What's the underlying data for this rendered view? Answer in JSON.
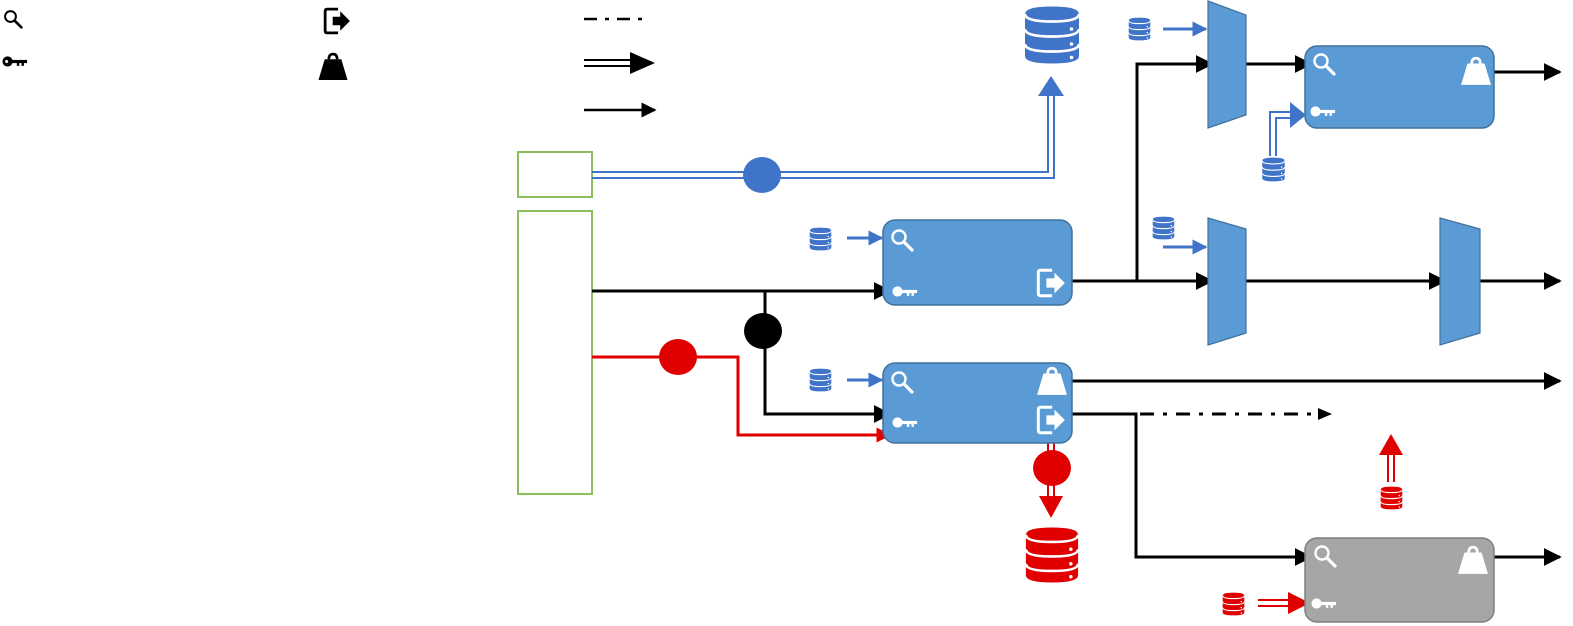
{
  "colors": {
    "blue_fill": "#5b9bd5",
    "blue_stroke": "#41719c",
    "blue_icon": "#3f74c8",
    "red": "#e00000",
    "gray_fill": "#a6a6a6",
    "gray_stroke": "#7f7f7f",
    "green_outline": "#8cbf5a",
    "black": "#000000"
  },
  "legend": [
    {
      "icon": "search-icon",
      "label": ""
    },
    {
      "icon": "key-icon",
      "label": ""
    },
    {
      "icon": "exit-icon",
      "label": ""
    },
    {
      "icon": "weight-icon",
      "label": ""
    },
    {
      "icon": "dash-dot-arrow",
      "label": ""
    },
    {
      "icon": "double-arrow",
      "label": ""
    },
    {
      "icon": "single-arrow",
      "label": ""
    }
  ],
  "nodes": {
    "source_top": {
      "kind": "green-outline-box",
      "label": ""
    },
    "source_main": {
      "kind": "green-outline-box",
      "label": ""
    },
    "process_a": {
      "kind": "blue-process-box",
      "icons": [
        "search-icon",
        "key-icon",
        "exit-icon"
      ]
    },
    "process_b": {
      "kind": "blue-process-box",
      "icons": [
        "search-icon",
        "key-icon",
        "weight-icon",
        "exit-icon"
      ]
    },
    "process_c": {
      "kind": "blue-process-box",
      "icons": [
        "search-icon",
        "key-icon",
        "weight-icon"
      ]
    },
    "process_gray": {
      "kind": "gray-process-box",
      "icons": [
        "search-icon",
        "key-icon",
        "weight-icon"
      ]
    },
    "mux_top": {
      "kind": "trapezoid"
    },
    "mux_mid_left": {
      "kind": "trapezoid"
    },
    "mux_mid_right": {
      "kind": "trapezoid"
    },
    "db_blue_large": {
      "kind": "database",
      "color": "blue"
    },
    "db_red_large": {
      "kind": "database",
      "color": "red"
    },
    "junction_blue": {
      "kind": "junction",
      "color": "blue"
    },
    "junction_black": {
      "kind": "junction",
      "color": "black"
    },
    "junction_red_left": {
      "kind": "junction",
      "color": "red"
    },
    "junction_red_below": {
      "kind": "junction",
      "color": "red"
    }
  }
}
